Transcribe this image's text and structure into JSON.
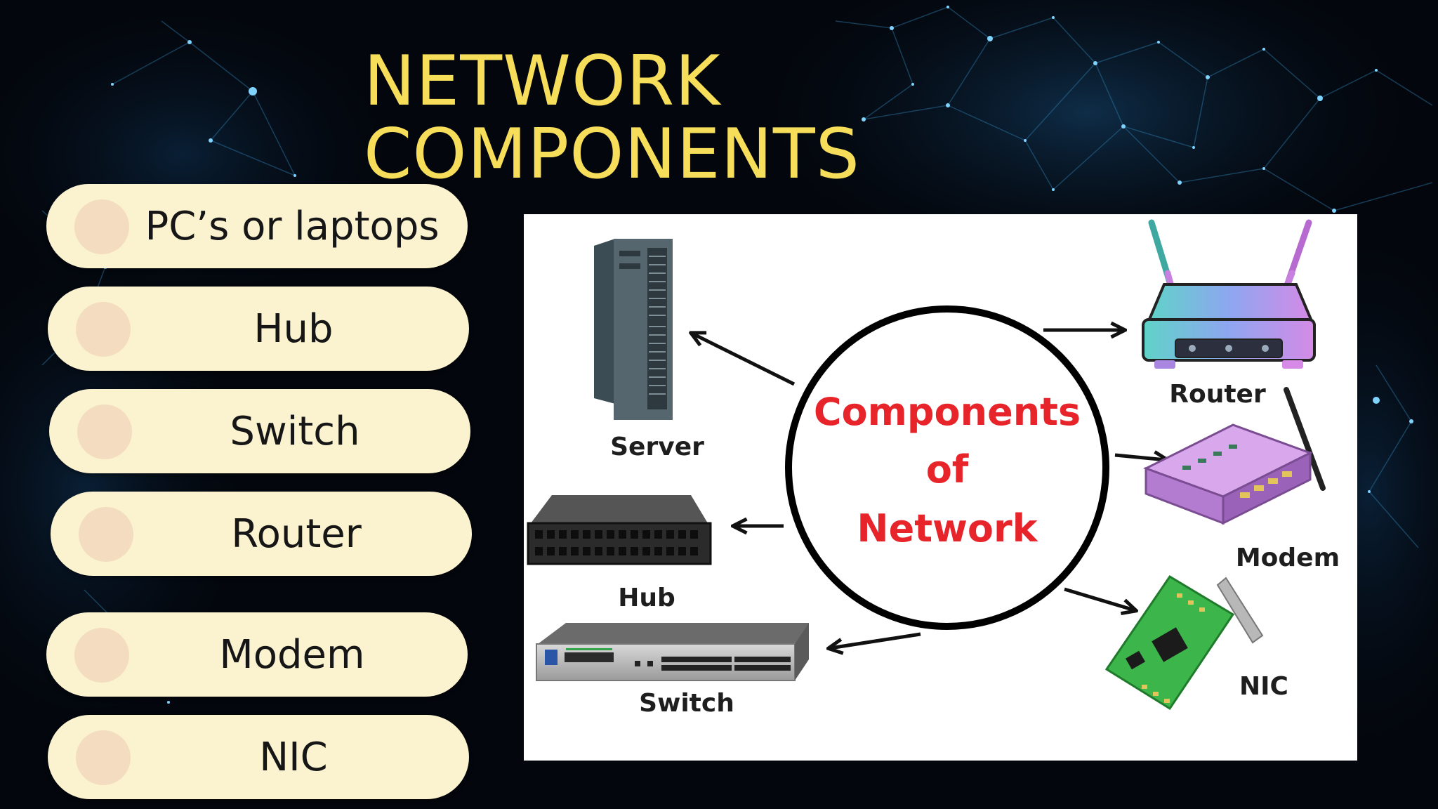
{
  "slide": {
    "title_line1": "NETWORK",
    "title_line2": "COMPONENTS",
    "title_color": "#f6dd5a",
    "background_color": "#03060c",
    "pill_color": "#fbf3d0"
  },
  "components": [
    {
      "label": "PC’s or laptops"
    },
    {
      "label": "Hub"
    },
    {
      "label": "Switch"
    },
    {
      "label": "Router"
    },
    {
      "label": "Modem"
    },
    {
      "label": "NIC"
    }
  ],
  "diagram": {
    "center_line1": "Components",
    "center_line2": "of",
    "center_line3": "Network",
    "center_text_color": "#e8242b",
    "labels": {
      "server": "Server",
      "hub": "Hub",
      "switch": "Switch",
      "router": "Router",
      "modem": "Modem",
      "nic": "NIC"
    },
    "icons": [
      "server-icon",
      "hub-icon",
      "switch-icon",
      "router-icon",
      "modem-icon",
      "nic-icon"
    ]
  }
}
